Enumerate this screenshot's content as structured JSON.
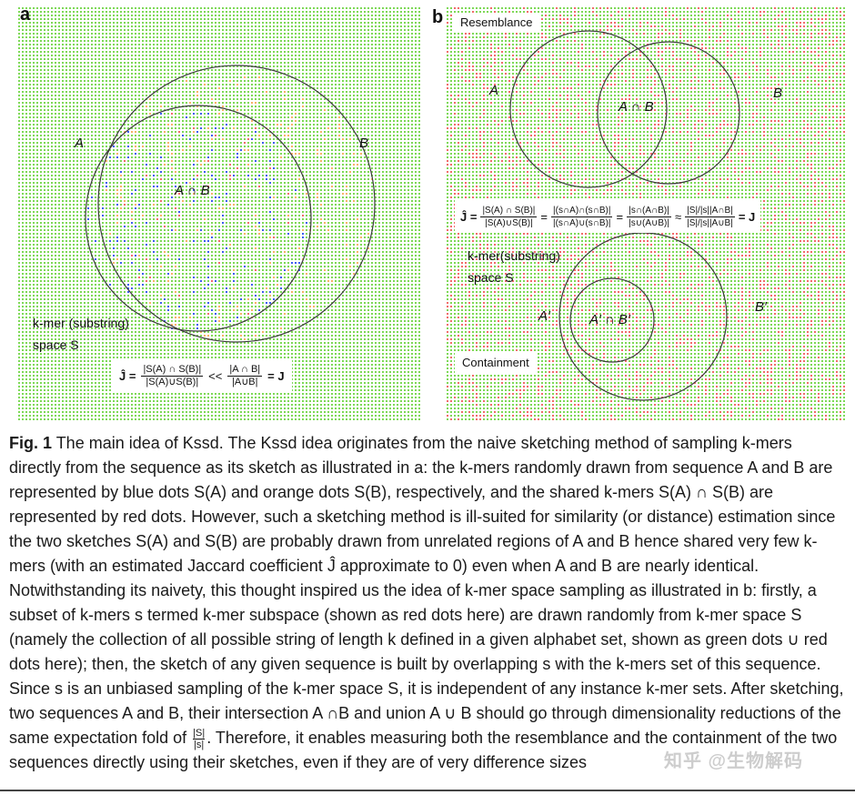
{
  "panel_a": {
    "letter": "a",
    "label_A": "A",
    "label_B": "B",
    "label_intersection": "A ∩ B",
    "space_line1": "k-mer (substring)",
    "space_line2": "space S",
    "formula": {
      "jhat": "Ĵ =",
      "num1": "|S(A) ∩ S(B)|",
      "den1": "|S(A)∪S(B)|",
      "op": "<<",
      "num2": "|A ∩ B|",
      "den2": "|A∪B|",
      "tail": "= J"
    }
  },
  "panel_b": {
    "letter": "b",
    "resemblance_label": "Resemblance",
    "containment_label": "Containment",
    "label_A": "A",
    "label_B": "B",
    "label_intersection": "A ∩ B",
    "label_A2": "A′",
    "label_B2": "B′",
    "label_intersection2": "A′ ∩ B′",
    "space_line1": "k-mer(substring)",
    "space_line2": "space S",
    "formula": {
      "jhat": "Ĵ =",
      "num1": "|S(A) ∩ S(B)|",
      "den1": "|S(A)∪S(B)|",
      "eq1": "=",
      "num2": "|(s∩A)∩(s∩B)|",
      "den2": "|(s∩A)∪(s∩B)|",
      "eq2": "=",
      "num3": "|s∩(A∩B)|",
      "den3": "|s∪(A∪B)|",
      "approx": "≈",
      "num4": "|S|/|s||A∩B|",
      "den4": "|S|/|s||A∪B|",
      "tail": "= J"
    }
  },
  "caption": {
    "fig": "Fig. 1",
    "text_before_frac": " The main idea of Kssd. The Kssd idea originates from the naive sketching method of sampling k-mers directly from the sequence as its sketch as illustrated in a: the k-mers randomly drawn from sequence A and B are represented by blue dots S(A) and orange dots S(B), respectively, and the shared k-mers S(A) ∩ S(B) are represented by red dots. However, such a sketching method is ill-suited for similarity (or distance) estimation since the two sketches S(A) and S(B) are probably drawn from unrelated regions of A and B hence shared very few k-mers (with an estimated Jaccard coefficient Ĵ approximate to 0) even when A and B are nearly identical. Notwithstanding its naivety, this thought inspired us the idea of k-mer space sampling as illustrated in b: firstly, a subset of k-mers s termed k-mer subspace (shown as red dots here) are drawn randomly from k-mer space S (namely the collection of all possible string of length k defined in a given alphabet set, shown as green dots ∪ red dots here); then, the sketch of any given sequence is built by overlapping s with the k-mers set of this sequence. Since s is an unbiased sampling of the k-mer space S, it is independent of any instance k-mer sets. After sketching, two sequences A and B, their intersection A ∩B and union A ∪ B should go through dimensionality reductions of the same expectation fold of",
    "frac_num": "|S|",
    "frac_den": "|s|",
    "text_after_frac": ". Therefore, it enables measuring both the resemblance and the containment of the two sequences directly using their sketches, even if they are of very difference sizes"
  },
  "watermark": "知乎 @生物解码",
  "colors": {
    "green": "#7ed957",
    "red": "#f26b6b",
    "blue": "#3d5cf0",
    "orange": "#f7b267",
    "circle": "#3c3c3c"
  }
}
